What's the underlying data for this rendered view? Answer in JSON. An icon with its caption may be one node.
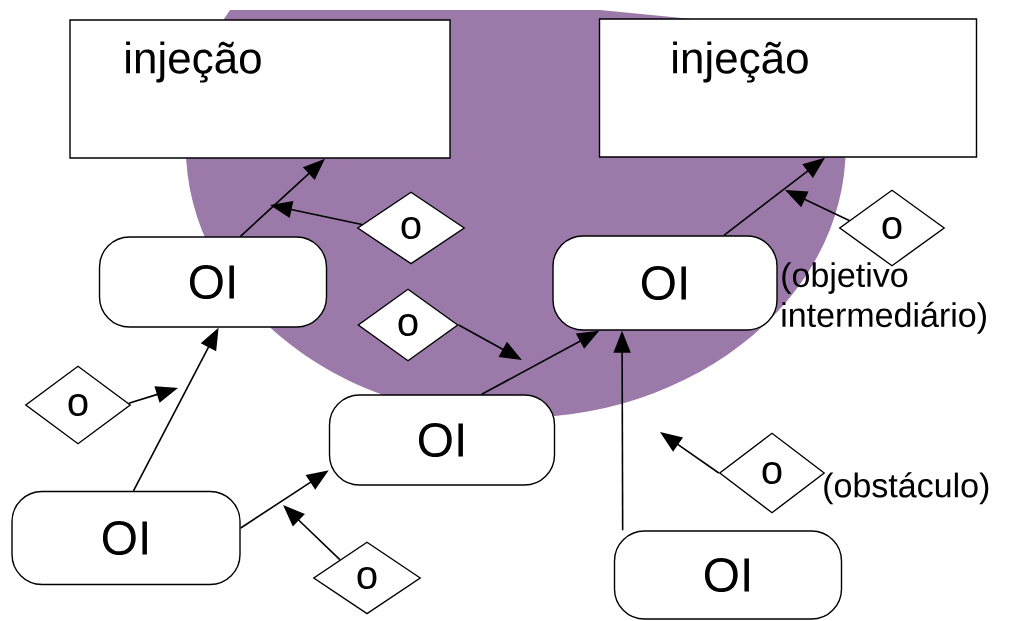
{
  "diagram": {
    "nodes": [
      {
        "text": [
          "injeção"
        ]
      },
      {
        "text": [
          "injeção"
        ]
      },
      {
        "text": [
          "OI"
        ]
      },
      {
        "text": [
          "OI"
        ],
        "beside": [
          "(objetivo intermediário)"
        ]
      },
      {
        "text": [
          "OI"
        ]
      },
      {
        "text": [
          "OI"
        ]
      },
      {
        "text": [
          "OI"
        ]
      },
      {
        "text": [
          "o"
        ]
      },
      {
        "text": [
          "o"
        ]
      },
      {
        "text": [
          "o"
        ]
      },
      {
        "text": [
          "o"
        ]
      },
      {
        "text": [
          "o"
        ],
        "beside": [
          "(obstáculo)"
        ]
      },
      {
        "text": [
          "o"
        ]
      }
    ],
    "edges": [
      {
        "from": 2,
        "to": 0,
        "arrow": "to"
      },
      {
        "from": 3,
        "to": 1,
        "arrow": "to"
      },
      {
        "from": 5,
        "to": 2,
        "arrow": "to"
      },
      {
        "from": 5,
        "to": 4,
        "arrow": "to"
      },
      {
        "from": 4,
        "to": 3,
        "arrow": "to"
      },
      {
        "from": 6,
        "to": 3,
        "arrow": "to"
      },
      {
        "from": 7,
        "to": null,
        "arrow": "to"
      },
      {
        "from": 8,
        "to": null,
        "arrow": "to"
      },
      {
        "from": 9,
        "to": null,
        "arrow": "to"
      },
      {
        "from": 10,
        "to": null,
        "arrow": "to"
      },
      {
        "from": 11,
        "to": null,
        "arrow": "to"
      },
      {
        "from": 12,
        "to": null,
        "arrow": "to"
      }
    ]
  }
}
